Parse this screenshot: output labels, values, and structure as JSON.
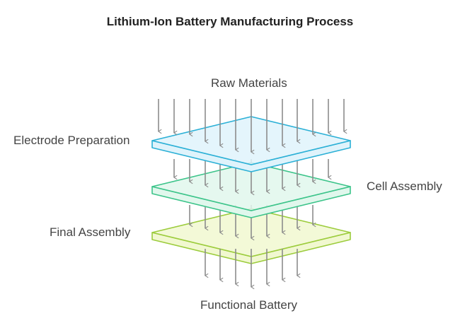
{
  "title": "Lithium-Ion Battery Manufacturing Process",
  "labels": {
    "input": "Raw Materials",
    "layer1": "Electrode Preparation",
    "layer2": "Cell Assembly",
    "layer3": "Final Assembly",
    "output": "Functional Battery"
  },
  "layers": [
    {
      "name": "electrode-preparation",
      "fill": "#dff3fb",
      "stroke": "#2bb0d6"
    },
    {
      "name": "cell-assembly",
      "fill": "#e0f7ec",
      "stroke": "#3cc48a"
    },
    {
      "name": "final-assembly",
      "fill": "#f1f8d0",
      "stroke": "#9ccc3c"
    }
  ],
  "arrow_color": "#8c8c8c"
}
